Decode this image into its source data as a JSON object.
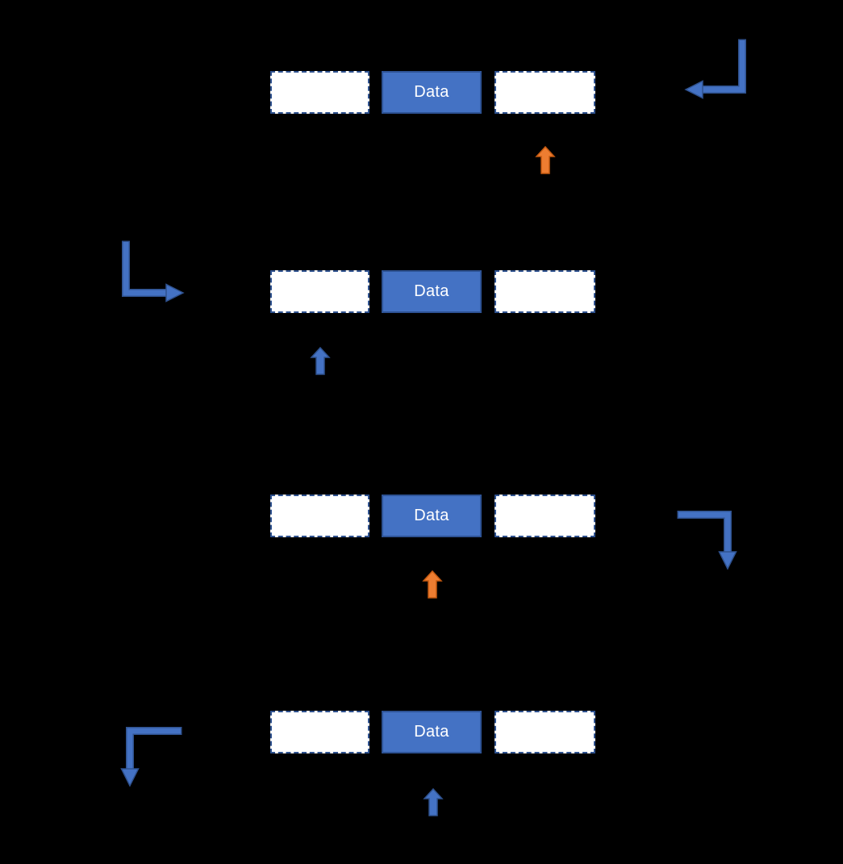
{
  "diagram": {
    "type": "linked-list-nodes",
    "background_color": "#000000",
    "colors": {
      "data_box_fill": "#4472C4",
      "data_box_border": "#2E5395",
      "data_label_color": "#FFFFFF",
      "pointer_box_fill": "#FFFFFF",
      "pointer_box_border": "#2F528F",
      "blue_arrow_fill": "#4472C4",
      "blue_arrow_outline": "#2F528F",
      "orange_arrow_fill": "#ED7D31",
      "orange_arrow_outline": "#C55A11"
    },
    "nodes": [
      {
        "label": "Data"
      },
      {
        "label": "Data"
      },
      {
        "label": "Data"
      },
      {
        "label": "Data"
      }
    ],
    "arrows": {
      "up_arrows": [
        {
          "color": "orange",
          "points_at": "node-1-next-box"
        },
        {
          "color": "blue",
          "points_at": "node-2-prev-box"
        },
        {
          "color": "orange",
          "points_at": "node-3-data-box"
        },
        {
          "color": "blue",
          "points_at": "node-4-data-box"
        }
      ],
      "elbow_arrows": [
        {
          "color": "blue",
          "location": "right-of-node-1",
          "direction": "left"
        },
        {
          "color": "blue",
          "location": "left-of-node-2",
          "direction": "right"
        },
        {
          "color": "blue",
          "location": "right-of-node-3",
          "direction": "down"
        },
        {
          "color": "blue",
          "location": "left-of-node-4",
          "direction": "down"
        }
      ]
    }
  }
}
